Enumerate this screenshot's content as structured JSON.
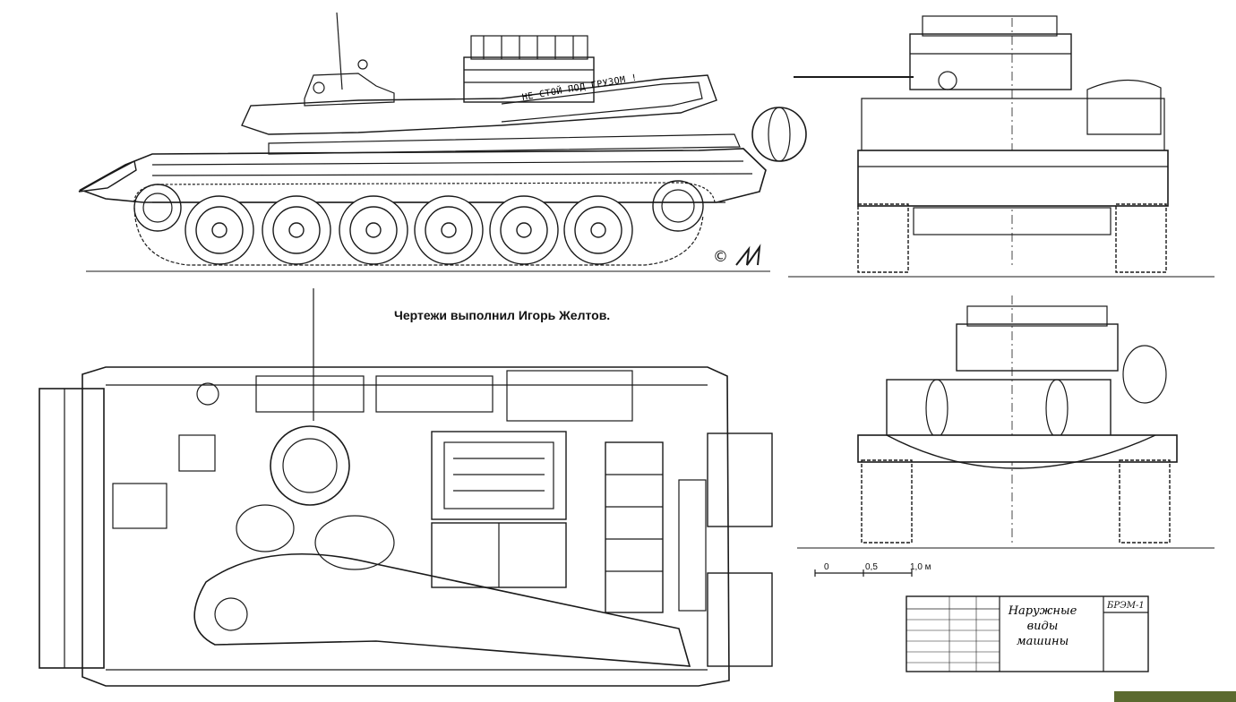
{
  "credit": "Чертежи выполнил Игорь Желтов.",
  "slogan": "НЕ СТОЙ ПОД ГРУЗОМ !",
  "copyright": "©",
  "scale": {
    "labels": [
      "0",
      "0,5",
      "1,0 м"
    ]
  },
  "title_block": {
    "title_lines": [
      "Наружные",
      "виды",
      "машины"
    ],
    "designation": "БРЭМ-1"
  },
  "colors": {
    "ink": "#1a1a1a",
    "paper": "#ffffff",
    "corner": "#5b6a2f"
  }
}
